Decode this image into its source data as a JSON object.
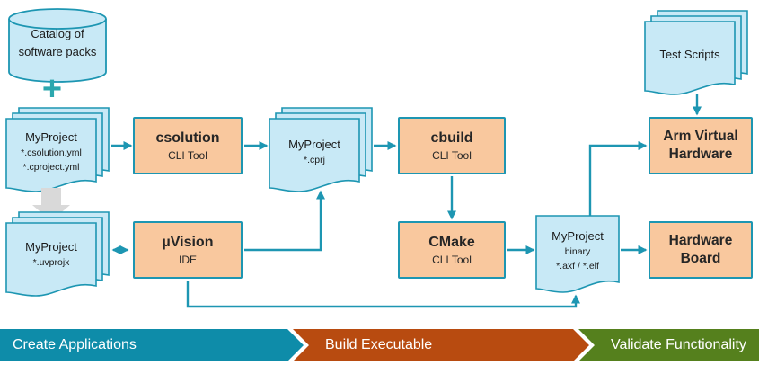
{
  "nodes": {
    "catalog": {
      "lines": [
        "Catalog of",
        "software packs"
      ]
    },
    "plus_sign": "+",
    "project_yml": {
      "title": "MyProject",
      "files": [
        "*.csolution.yml",
        "*.cproject.yml"
      ]
    },
    "project_uvprojx": {
      "title": "MyProject",
      "files": [
        "*.uvprojx"
      ]
    },
    "csolution": {
      "title": "csolution",
      "subtitle": "CLI Tool"
    },
    "project_cprj": {
      "title": "MyProject",
      "files": [
        "*.cprj"
      ]
    },
    "cbuild": {
      "title": "cbuild",
      "subtitle": "CLI Tool"
    },
    "cmake": {
      "title": "CMake",
      "subtitle": "CLI Tool"
    },
    "uvision": {
      "title": "µVision",
      "subtitle": "IDE"
    },
    "binary": {
      "title": "MyProject",
      "lines": [
        "binary",
        "*.axf / *.elf"
      ]
    },
    "test_scripts": {
      "title": "Test Scripts"
    },
    "avh": {
      "lines": [
        "Arm Virtual",
        "Hardware"
      ]
    },
    "board": {
      "lines": [
        "Hardware",
        "Board"
      ]
    }
  },
  "banner": {
    "stages": [
      {
        "label": "Create Applications",
        "color": "#0e8ca9"
      },
      {
        "label": "Build Executable",
        "color": "#b84b10"
      },
      {
        "label": "Validate Functionality",
        "color": "#55801d"
      }
    ]
  },
  "colors": {
    "accent_teal": "#1d96b2",
    "shape_blue": "#c8e9f6",
    "shape_orange": "#f9c89e",
    "arrow_gray": "#d9d9d9"
  }
}
